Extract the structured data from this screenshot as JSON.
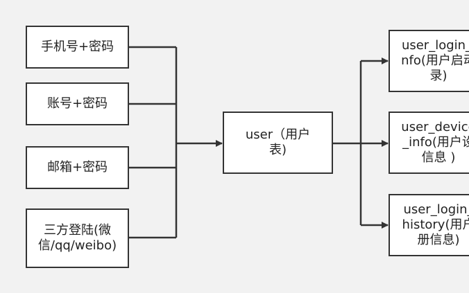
{
  "sources": [
    {
      "label": "手机号+密码"
    },
    {
      "label": "账号+密码"
    },
    {
      "label": "邮箱+密码"
    },
    {
      "label": "三方登陆(微信/qq/weibo)"
    }
  ],
  "center": {
    "label": "user（用户表)"
  },
  "targets": [
    {
      "label": "user_login_info(用户启动录)"
    },
    {
      "label": "user_device_info(用户设信息 )"
    },
    {
      "label": "user_login_history(用户册信息)"
    }
  ],
  "colors": {
    "line": "#333333",
    "background": "#f2f2f2",
    "box": "#ffffff"
  }
}
